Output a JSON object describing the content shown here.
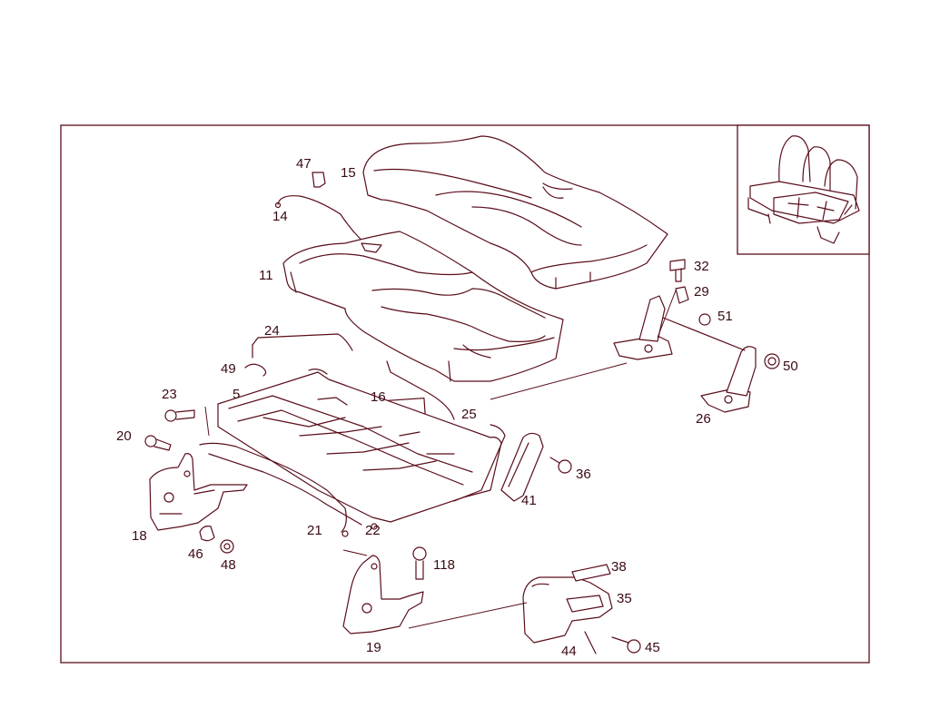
{
  "diagram": {
    "colors": {
      "line": "#5a0e1a",
      "text": "#3a0a12",
      "background": "#ffffff"
    },
    "callouts": [
      {
        "id": "c47",
        "label": "47"
      },
      {
        "id": "c15",
        "label": "15"
      },
      {
        "id": "c14",
        "label": "14"
      },
      {
        "id": "c11",
        "label": "11"
      },
      {
        "id": "c32",
        "label": "32"
      },
      {
        "id": "c29",
        "label": "29"
      },
      {
        "id": "c51",
        "label": "51"
      },
      {
        "id": "c50",
        "label": "50"
      },
      {
        "id": "c24",
        "label": "24"
      },
      {
        "id": "c49",
        "label": "49"
      },
      {
        "id": "c23",
        "label": "23"
      },
      {
        "id": "c5",
        "label": "5"
      },
      {
        "id": "c16",
        "label": "16"
      },
      {
        "id": "c25",
        "label": "25"
      },
      {
        "id": "c26",
        "label": "26"
      },
      {
        "id": "c20",
        "label": "20"
      },
      {
        "id": "c36",
        "label": "36"
      },
      {
        "id": "c41",
        "label": "41"
      },
      {
        "id": "c18",
        "label": "18"
      },
      {
        "id": "c21",
        "label": "21"
      },
      {
        "id": "c22",
        "label": "22"
      },
      {
        "id": "c46",
        "label": "46"
      },
      {
        "id": "c48",
        "label": "48"
      },
      {
        "id": "c118",
        "label": "118"
      },
      {
        "id": "c38",
        "label": "38"
      },
      {
        "id": "c35",
        "label": "35"
      },
      {
        "id": "c19",
        "label": "19"
      },
      {
        "id": "c44",
        "label": "44"
      },
      {
        "id": "c45",
        "label": "45"
      }
    ]
  }
}
